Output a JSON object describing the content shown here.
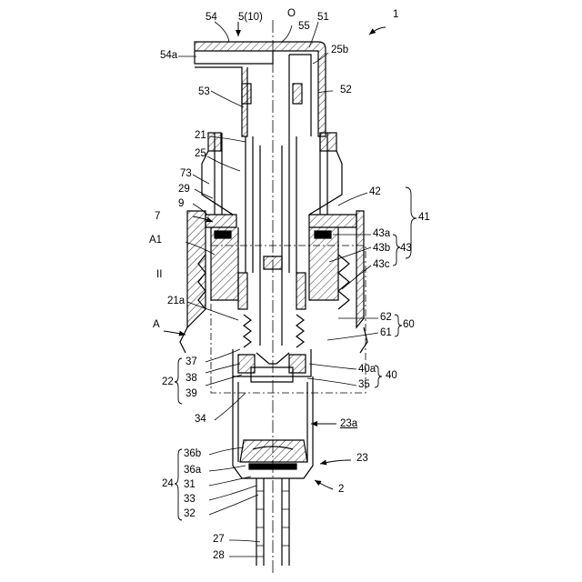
{
  "colors": {
    "ink": "#000000",
    "paper": "#ffffff"
  },
  "labels": {
    "l1": "1",
    "l2": "2",
    "l5": "5(10)",
    "lO": "O",
    "l21": "21",
    "l21a": "21a",
    "l22": "22",
    "l23": "23",
    "l23a": "23a",
    "l24": "24",
    "l25": "25",
    "l25b": "25b",
    "l27": "27",
    "l28": "28",
    "l29": "29",
    "l31": "31",
    "l32": "32",
    "l33": "33",
    "l34": "34",
    "l35": "35",
    "l36a": "36a",
    "l36b": "36b",
    "l37": "37",
    "l38": "38",
    "l39": "39",
    "l40": "40",
    "l40a": "40a",
    "l41": "41",
    "l42": "42",
    "l43": "43",
    "l43a": "43a",
    "l43b": "43b",
    "l43c": "43c",
    "l51": "51",
    "l52": "52",
    "l53": "53",
    "l54": "54",
    "l54a": "54a",
    "l55": "55",
    "l60": "60",
    "l61": "61",
    "l62": "62",
    "l7": "7",
    "l73": "73",
    "l9": "9",
    "lA": "A",
    "lA1": "A1",
    "lII": "II"
  }
}
